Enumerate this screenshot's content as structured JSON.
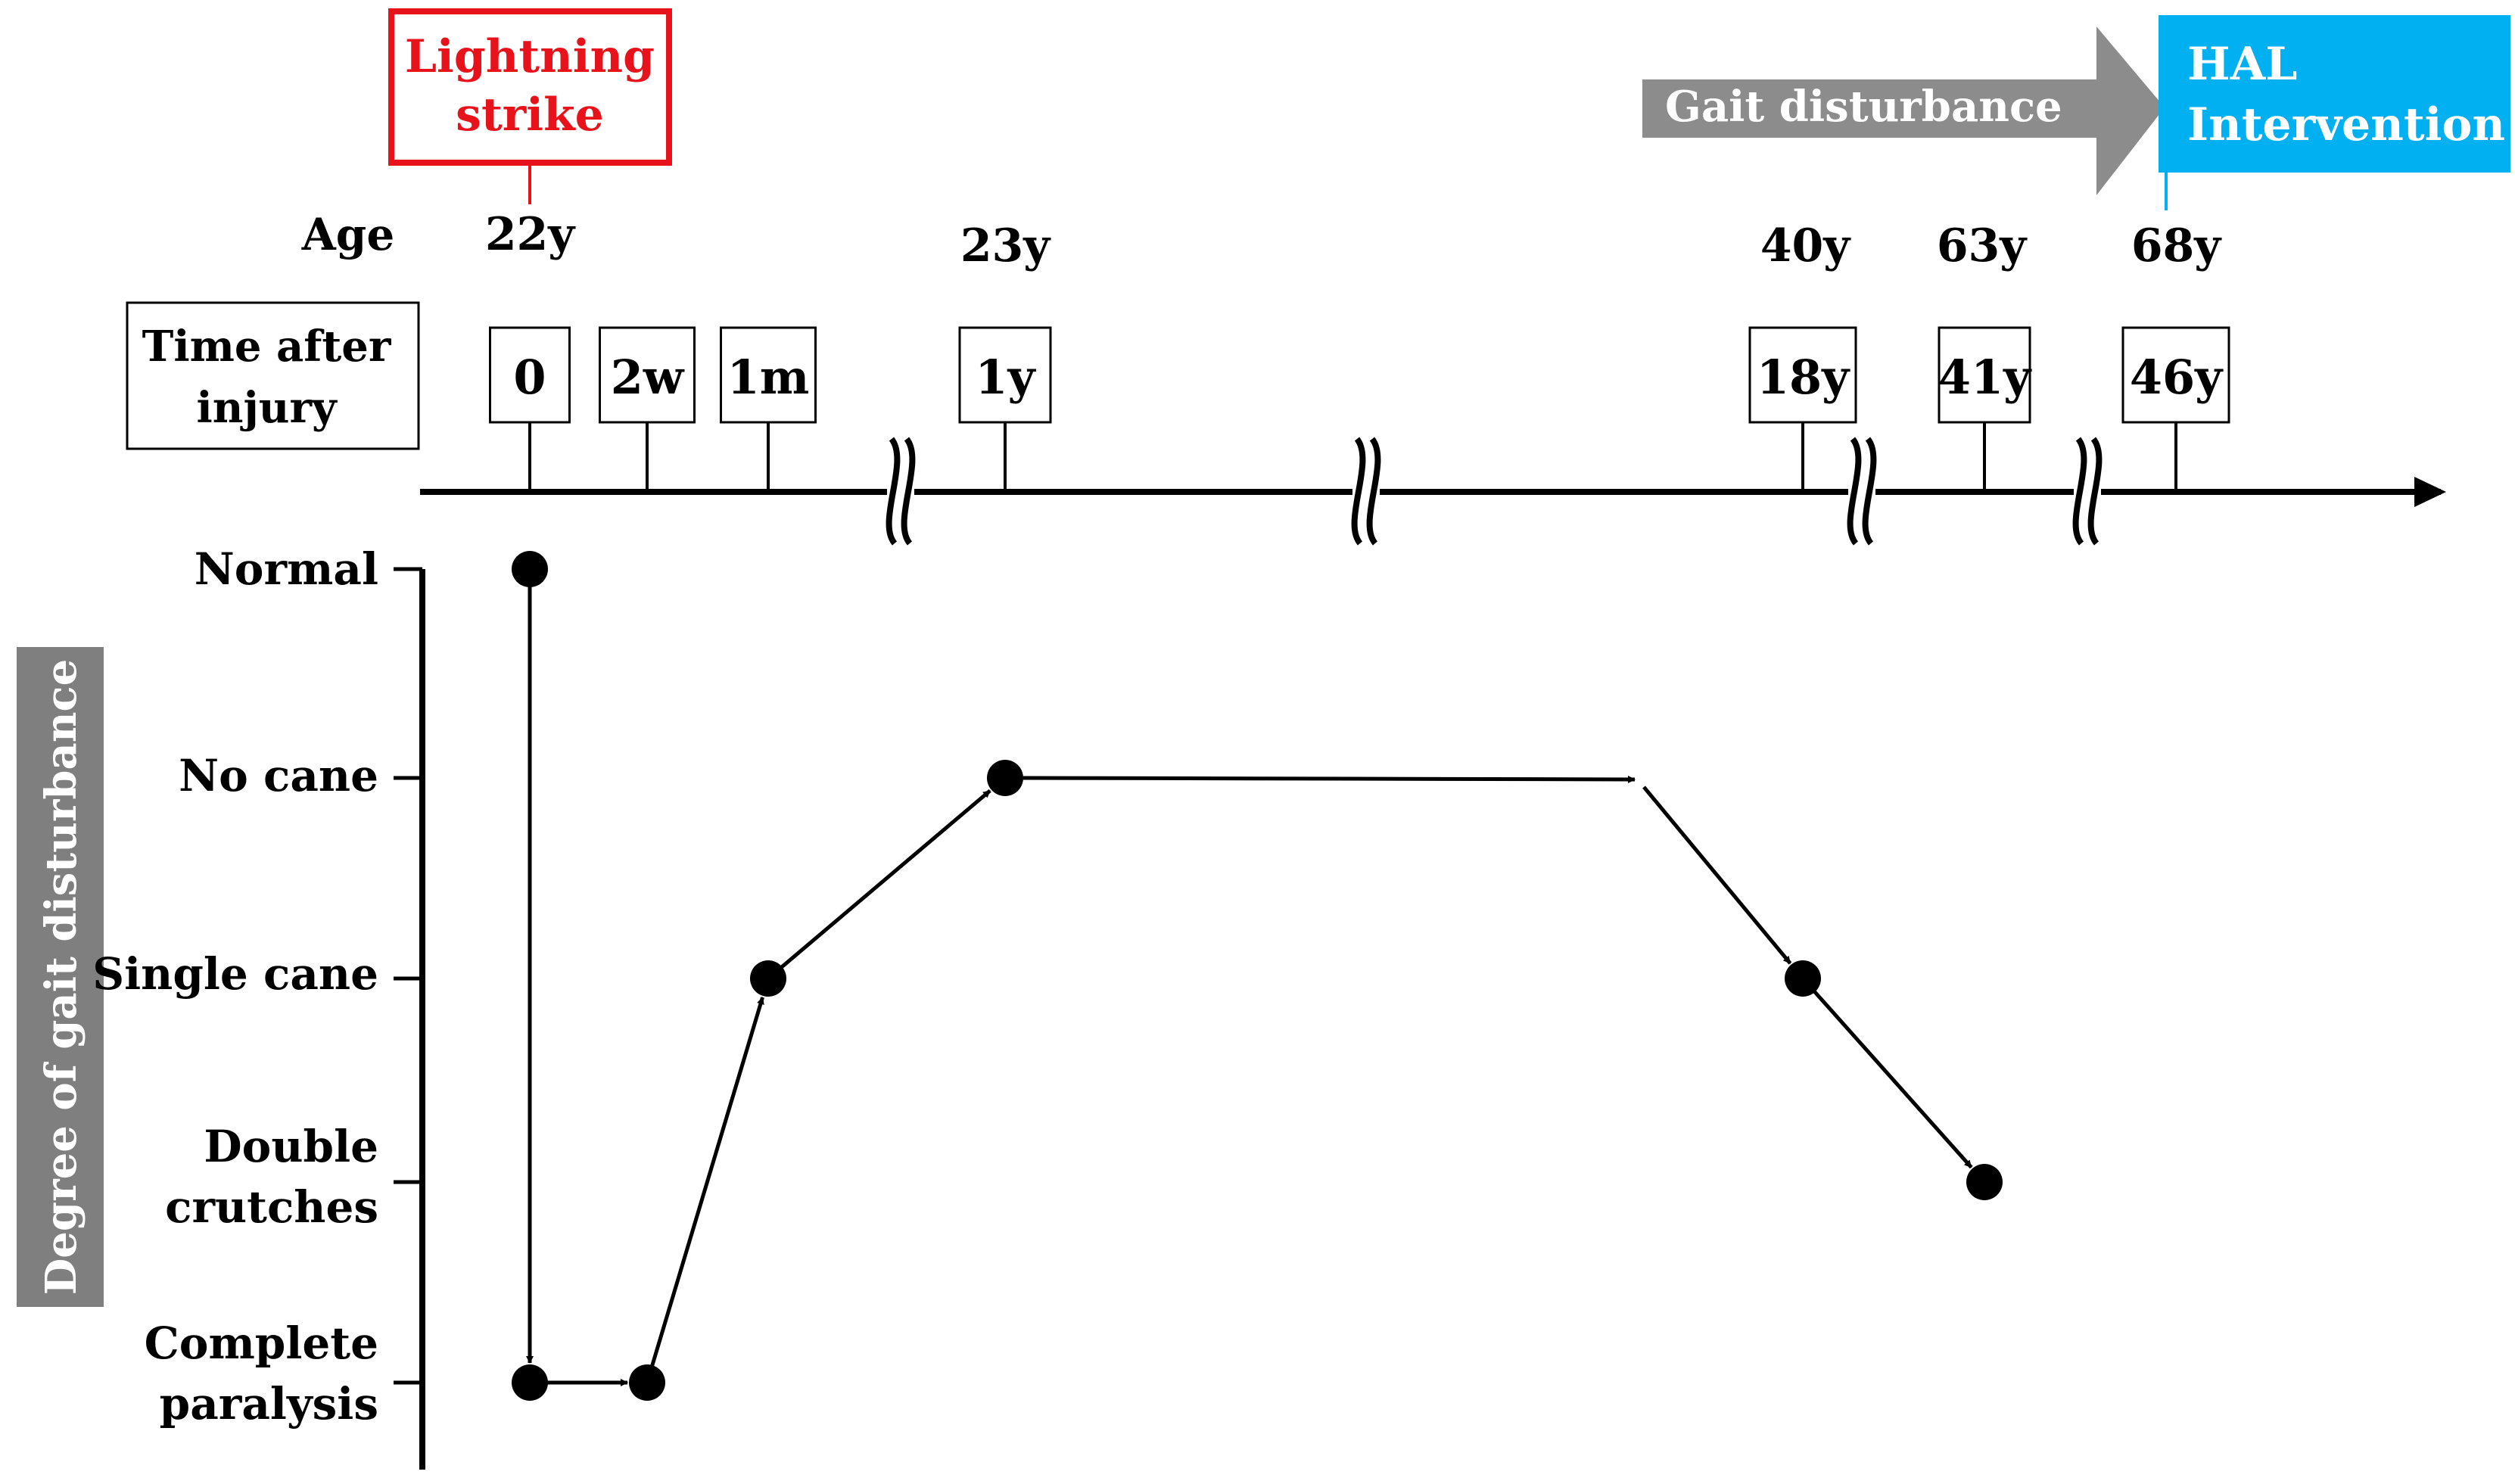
{
  "header": {
    "event_label_line1": "Lightning",
    "event_label_line2": "strike",
    "event_color": "#e8121b",
    "gait_arrow_label": "Gait disturbance",
    "gait_arrow_color": "#8c8c8c",
    "hal_label_line1": "HAL",
    "hal_label_line2": "Intervention",
    "hal_color": "#00b0f0",
    "age_label": "Age",
    "time_label_line1": "Time after",
    "time_label_line2": "injury"
  },
  "ages": [
    "22y",
    "23y",
    "40y",
    "63y",
    "68y"
  ],
  "timepoints": [
    "0",
    "2w",
    "1m",
    "1y",
    "18y",
    "41y",
    "46y"
  ],
  "chart_data": {
    "type": "line",
    "ylabel": "Degree of gait disturbance",
    "ylabel_bg": "#7f7f7f",
    "y_levels": [
      "Normal",
      "No cane",
      "Single cane",
      "Double crutches",
      "Complete paralysis"
    ],
    "y_level_lines": [
      [
        "Normal"
      ],
      [
        "No cane"
      ],
      [
        "Single cane"
      ],
      [
        "Double",
        "crutches"
      ],
      [
        "Complete",
        "paralysis"
      ]
    ],
    "series": [
      {
        "points": [
          {
            "time": "0",
            "level": "Normal"
          },
          {
            "time": "0",
            "level": "Complete paralysis"
          },
          {
            "time": "2w",
            "level": "Complete paralysis"
          },
          {
            "time": "1m",
            "level": "Single cane"
          },
          {
            "time": "1y",
            "level": "No cane"
          },
          {
            "time": "18y",
            "level": "Single cane"
          },
          {
            "time": "41y",
            "level": "Double crutches"
          }
        ]
      }
    ]
  }
}
